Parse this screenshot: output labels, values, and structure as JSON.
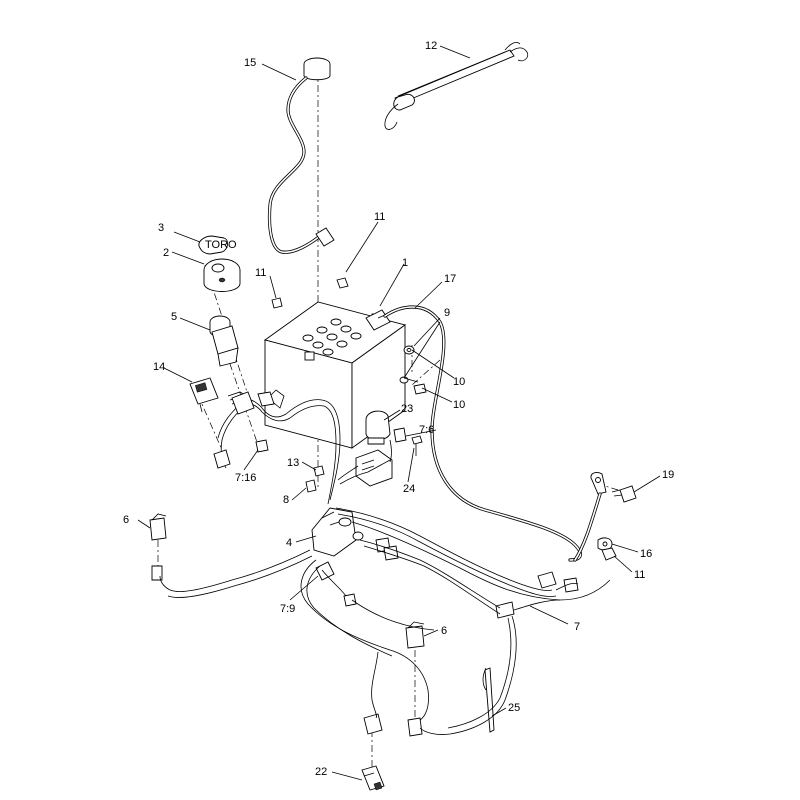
{
  "callouts": {
    "c1": "1",
    "c2": "2",
    "c3": "3",
    "c4": "4",
    "c5": "5",
    "c6a": "6",
    "c6b": "6",
    "c7": "7",
    "c7_6": "7:6",
    "c7_9": "7:9",
    "c7_16": "7:16",
    "c8": "8",
    "c9": "9",
    "c10a": "10",
    "c10b": "10",
    "c11a": "11",
    "c11b": "11",
    "c11c": "11",
    "c12": "12",
    "c13": "13",
    "c14": "14",
    "c15": "15",
    "c16": "16",
    "c17": "17",
    "c19": "19",
    "c22": "22",
    "c23": "23",
    "c24": "24",
    "c25": "25"
  },
  "key_text": "TORO"
}
